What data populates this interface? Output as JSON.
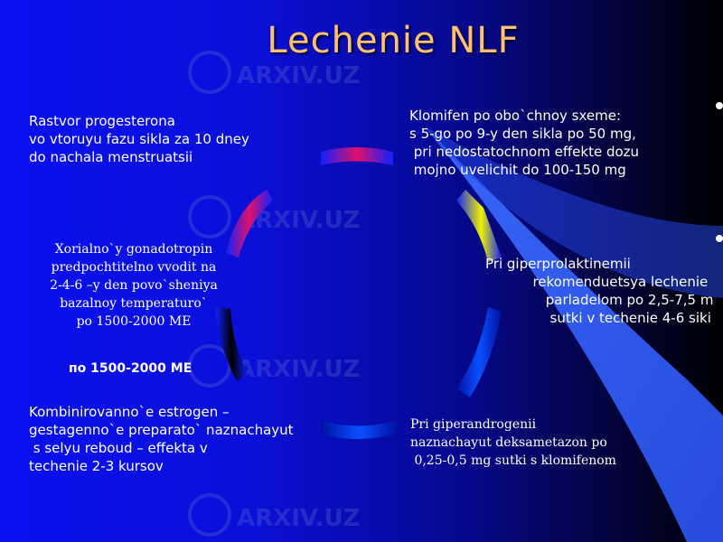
{
  "slide": {
    "title": "Lechenie NLF",
    "top_left": "Rastvor progesterona\nvo vtoruyu fazu sikla za 10 dney\ndo nachala menstruatsii",
    "top_right": "Klomifen po obo`chnoy sxeme:\ns 5-go po 9-y den sikla po 50 mg,\n pri nedostatochnom effekte dozu\n mojno uvelichit do 100-150 mg",
    "mid_right": "Pri giperprolaktinemii\n           rekomenduetsya lechenie\n              parladelom po 2,5-7,5 m\n               sutki v techenie 4-6 siki",
    "mid_left": "Xorialno`y gonadotropin\npredpochtitelno vvodit na\n2-4-6 –y den povo`sheniya\nbazalnoy temperaturo`\npo 1500-2000 ME",
    "mid_left_bold": "по 1500-2000 МЕ",
    "bottom_left": "Kombinirovanno`e estrogen –\ngestagenno`e preparato` naznachayut\n s selyu reboud – effekta v\ntechenie 2-3 kursov",
    "bottom_right": "Pri giperandrogenii\nnaznachayut deksametazon po\n 0,25-0,5 mg sutki s klomifenom"
  },
  "colors": {
    "title": "#ffc070",
    "ring_red": "#e0106a",
    "ring_yellow": "#f0f000",
    "ring_blue": "#0a3cff"
  }
}
